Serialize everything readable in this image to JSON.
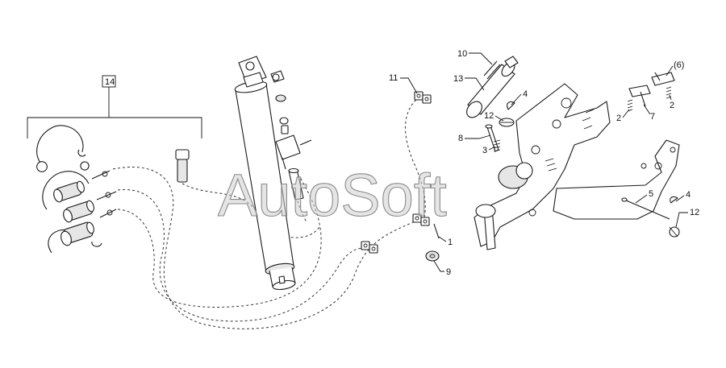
{
  "watermark": "AutoSoft",
  "callouts": {
    "c14": "14",
    "c11": "11",
    "c10": "10",
    "c13": "13",
    "c4a": "4",
    "c12a": "12",
    "c8": "8",
    "c3": "3",
    "c6": "(6)",
    "c2a": "2",
    "c2b": "2",
    "c7": "7",
    "c5": "5",
    "c4b": "4",
    "c12b": "12",
    "c1": "1",
    "c9": "9"
  }
}
